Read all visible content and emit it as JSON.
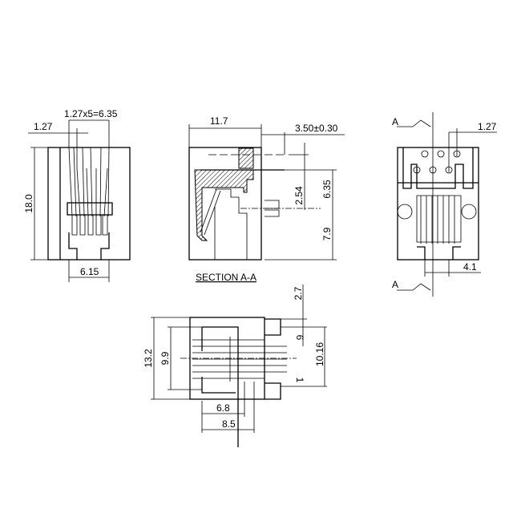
{
  "front_view": {
    "pitch_total": "1.27x5=6.35",
    "pitch": "1.27",
    "height": "18.0",
    "width_bottom": "6.15"
  },
  "section_view": {
    "depth": "11.7",
    "pin_length": "3.50±0.30",
    "row_spacing": "2.54",
    "pin_height": "6.35",
    "center_height": "7.9",
    "caption": "SECTION A-A"
  },
  "rear_view": {
    "section_mark_top": "A",
    "section_mark_bottom": "A",
    "pitch": "1.27",
    "offset": "4.1"
  },
  "bottom_view": {
    "overall_height": "13.2",
    "inner_height": "9.9",
    "peg_offset": "2.7",
    "pin_span": "10.16",
    "pin_first": "1",
    "pin_last": "6",
    "inner_width": "6.8",
    "outer_width": "8.5"
  }
}
